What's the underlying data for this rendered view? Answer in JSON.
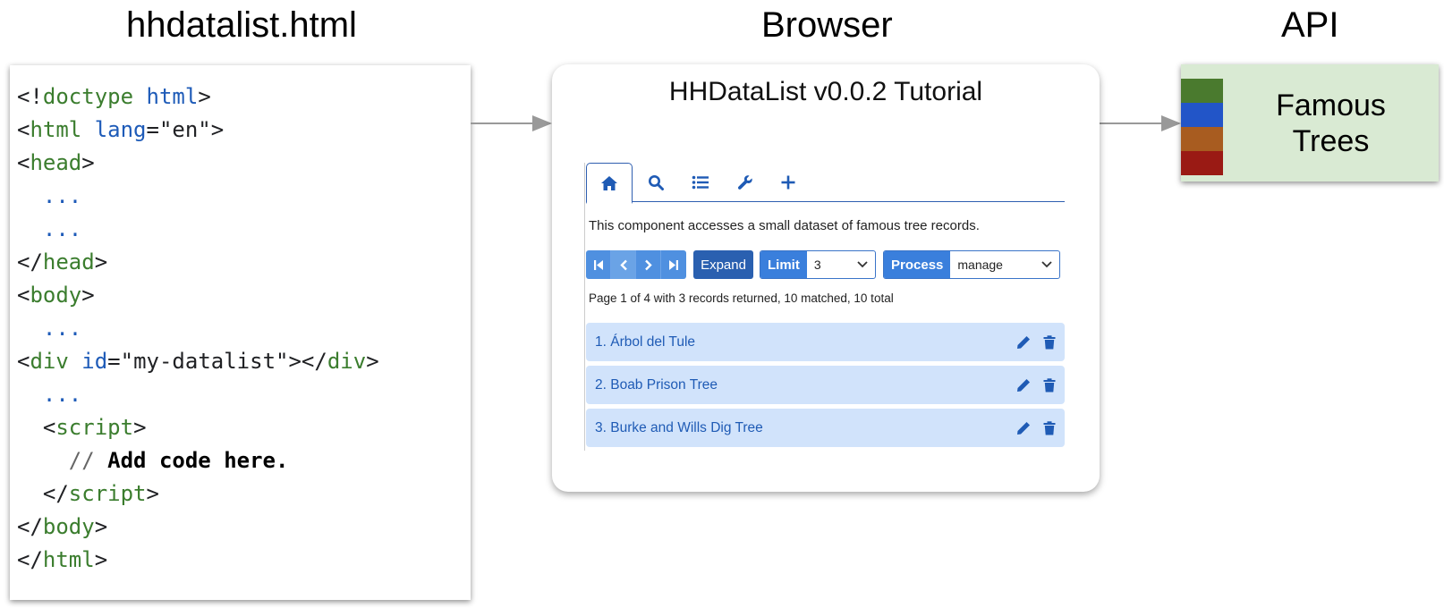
{
  "headings": {
    "file": "hhdatalist.html",
    "browser": "Browser",
    "api": "API"
  },
  "code": {
    "line1_open": "<!",
    "line1_kw": "doctype",
    "line1_attr": "html",
    "line1_close": ">",
    "line2_open": "<",
    "line2_tag": "html",
    "line2_attr": "lang",
    "line2_eq": "=",
    "line2_str": "\"en\"",
    "line2_close": ">",
    "head_open": "head",
    "dots": "...",
    "head_close": "head",
    "body_open": "body",
    "div_tag": "div",
    "div_attr": "id",
    "div_str": "\"my-datalist\"",
    "div_close_tag": "div",
    "script_tag": "script",
    "comment_slashes": "//",
    "comment_text": "Add code here.",
    "script_close_tag": "script",
    "body_close": "body",
    "html_close": "html"
  },
  "browser": {
    "title": "HHDataList v0.0.2 Tutorial",
    "tabs": [
      "home-icon",
      "search-icon",
      "list-icon",
      "wrench-icon",
      "plus-icon"
    ],
    "description": "This component accesses a small dataset of famous tree records.",
    "expand_label": "Expand",
    "limit_label": "Limit",
    "limit_value": "3",
    "process_label": "Process",
    "process_value": "manage",
    "page_info": "Page 1 of 4 with 3 records returned, 10 matched, 10 total",
    "records": [
      {
        "label": "1. Árbol del Tule"
      },
      {
        "label": "2. Boab Prison Tree"
      },
      {
        "label": "3. Burke and Wills Dig Tree"
      }
    ],
    "accent": "#1f5bb5",
    "record_bg": "#d1e3fb"
  },
  "api": {
    "name_line1": "Famous",
    "name_line2": "Trees",
    "bg": "#d9ead3",
    "swatches": [
      "#4a7a2e",
      "#2255c8",
      "#a85c20",
      "#9a1a14"
    ]
  }
}
